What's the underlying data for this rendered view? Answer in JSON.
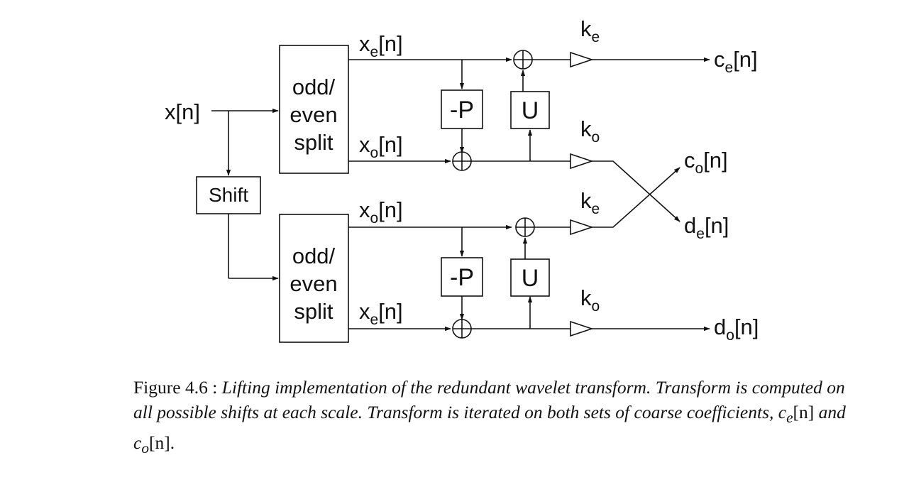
{
  "diagram": {
    "input": {
      "base": "x",
      "arg": "[n]"
    },
    "shift_label": "Shift",
    "split_lines": [
      "odd/",
      "even",
      "split"
    ],
    "predict_label": "-P",
    "update_label": "U",
    "top": {
      "in_a": {
        "base": "x",
        "sub": "e",
        "arg": "[n]"
      },
      "in_b": {
        "base": "x",
        "sub": "o",
        "arg": "[n]"
      },
      "gain_a": {
        "base": "k",
        "sub": "e"
      },
      "gain_b": {
        "base": "k",
        "sub": "o"
      }
    },
    "bottom": {
      "in_a": {
        "base": "x",
        "sub": "o",
        "arg": "[n]"
      },
      "in_b": {
        "base": "x",
        "sub": "e",
        "arg": "[n]"
      },
      "gain_a": {
        "base": "k",
        "sub": "e"
      },
      "gain_b": {
        "base": "k",
        "sub": "o"
      }
    },
    "outputs": {
      "ce": {
        "base": "c",
        "sub": "e",
        "arg": "[n]"
      },
      "co": {
        "base": "c",
        "sub": "o",
        "arg": "[n]"
      },
      "de": {
        "base": "d",
        "sub": "e",
        "arg": "[n]"
      },
      "do": {
        "base": "d",
        "sub": "o",
        "arg": "[n]"
      }
    }
  },
  "caption": {
    "prefix": "Figure 4.6 : ",
    "text": "Lifting implementation of the redundant wavelet transform. Transform is computed on all possible shifts at each scale. Transform is iterated on both sets of coarse coefficients, ",
    "ce": "c",
    "ce_sub": "e",
    "ce_arg": "[n]",
    "and": " and ",
    "co": "c",
    "co_sub": "o",
    "co_arg": "[n]",
    "end": "."
  }
}
